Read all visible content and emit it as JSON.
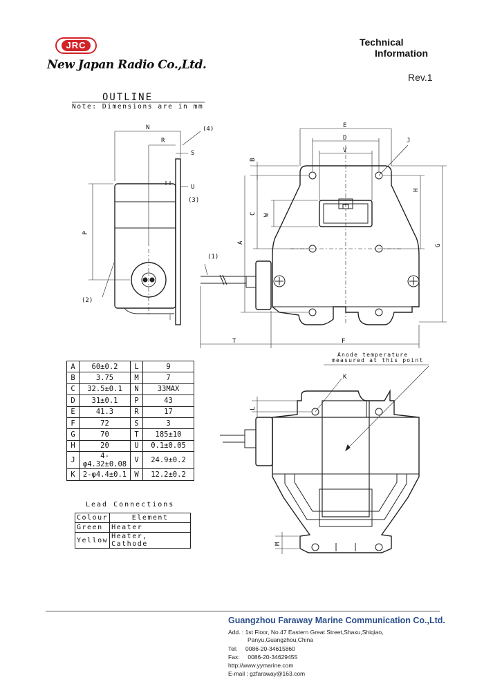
{
  "header": {
    "logo_text": "JRC",
    "company": "New Japan Radio Co.,Ltd.",
    "technical_line1": "Technical",
    "technical_line2": "Information",
    "revision": "Rev.1"
  },
  "outline": {
    "title": "OUTLINE",
    "note": "Note: Dimensions are in mm",
    "callouts": [
      "(1)",
      "(2)",
      "(3)",
      "(4)"
    ],
    "dim_letters": [
      "N",
      "R",
      "S",
      "U",
      "P",
      "E",
      "D",
      "V",
      "J",
      "B",
      "H",
      "C",
      "W",
      "A",
      "G",
      "T",
      "F",
      "K",
      "L",
      "M"
    ],
    "anode_note_1": "Anode temperature",
    "anode_note_2": "measured at this point"
  },
  "dimensions": [
    {
      "k": "A",
      "v": "60±0.2",
      "k2": "L",
      "v2": "9"
    },
    {
      "k": "B",
      "v": "3.75",
      "k2": "M",
      "v2": "7"
    },
    {
      "k": "C",
      "v": "32.5±0.1",
      "k2": "N",
      "v2": "33MAX"
    },
    {
      "k": "D",
      "v": "31±0.1",
      "k2": "P",
      "v2": "43"
    },
    {
      "k": "E",
      "v": "41.3",
      "k2": "R",
      "v2": "17"
    },
    {
      "k": "F",
      "v": "72",
      "k2": "S",
      "v2": "3"
    },
    {
      "k": "G",
      "v": "70",
      "k2": "T",
      "v2": "185±10"
    },
    {
      "k": "H",
      "v": "20",
      "k2": "U",
      "v2": "0.1±0.05"
    },
    {
      "k": "J",
      "v": "4-φ4.32±0.08",
      "k2": "V",
      "v2": "24.9±0.2"
    },
    {
      "k": "K",
      "v": "2-φ4.4±0.1",
      "k2": "W",
      "v2": "12.2±0.2"
    }
  ],
  "lead": {
    "title": "Lead Connections",
    "headers": [
      "Colour",
      "Element"
    ],
    "rows": [
      {
        "colour": "Green",
        "element": "Heater"
      },
      {
        "colour": "Yellow",
        "element": "Heater, Cathode"
      }
    ]
  },
  "footer": {
    "company": "Guangzhou Faraway Marine Communication Co.,Ltd.",
    "add_line1": "Add. : 1st Floor, No.47 Eastern Great Street,Shaxu,Shiqiao,",
    "add_line2": "Panyu,Guangzhou,China",
    "tel": "Tel:     0086-20-34615860",
    "fax": "Fax:     0086-20-34629455",
    "web": "http://www.yymarine.com",
    "email": "E-mail : gzfaraway@163.com"
  },
  "colors": {
    "brand_red": "#d2232a",
    "footer_blue": "#2a4e8a",
    "line": "#222222"
  }
}
